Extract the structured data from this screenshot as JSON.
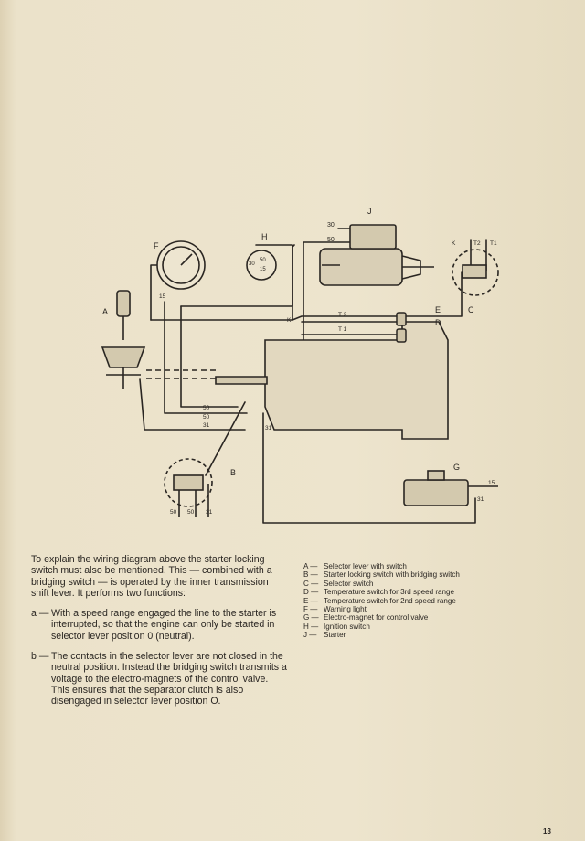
{
  "intro": "To explain the wiring diagram above the starter locking switch must also be mentioned. This — combined with a bridging switch — is operated by the inner transmission shift lever. It performs two functions:",
  "functions": [
    {
      "marker": "a —",
      "text": "With a speed range engaged the line to the starter is interrupted, so that the engine can only be started in selector lever position 0 (neutral)."
    },
    {
      "marker": "b —",
      "text": "The contacts in the selector lever are not closed in the neutral position. Instead the bridging switch transmits a voltage to the electro-magnets of the control valve. This ensures that the separator clutch is also disengaged in selector lever position O."
    }
  ],
  "legend": [
    {
      "key": "A —",
      "text": "Selector lever with switch"
    },
    {
      "key": "B —",
      "text": "Starter locking switch with bridging switch"
    },
    {
      "key": "C —",
      "text": "Selector switch"
    },
    {
      "key": "D —",
      "text": "Temperature switch for 3rd speed range"
    },
    {
      "key": "E —",
      "text": "Temperature switch for 2nd speed range"
    },
    {
      "key": "F —",
      "text": "Warning light"
    },
    {
      "key": "G —",
      "text": "Electro-magnet for control valve"
    },
    {
      "key": "H —",
      "text": "Ignition switch"
    },
    {
      "key": "J —",
      "text": "Starter"
    }
  ],
  "diagram_labels": {
    "A": "A",
    "B": "B",
    "C": "C",
    "D": "D",
    "E": "E",
    "F": "F",
    "G": "G",
    "H": "H",
    "J": "J",
    "K_top": "K",
    "K_mid": "K",
    "T2_top": "T2",
    "T1_top": "T1",
    "T2_mid": "T 2",
    "T1_mid": "T 1",
    "w30_starter": "30",
    "w50_starter": "50",
    "w15_light": "15",
    "w30_ign": "30",
    "w50_ign": "50",
    "w15_ign": "15",
    "w50_a": "50",
    "w50_b": "50",
    "w31_a": "31",
    "w31_b": "31",
    "w50_c": "50",
    "w50_d": "50",
    "w31_c": "31",
    "w15_valve": "15",
    "w31_valve": "31"
  },
  "page_number": "13"
}
